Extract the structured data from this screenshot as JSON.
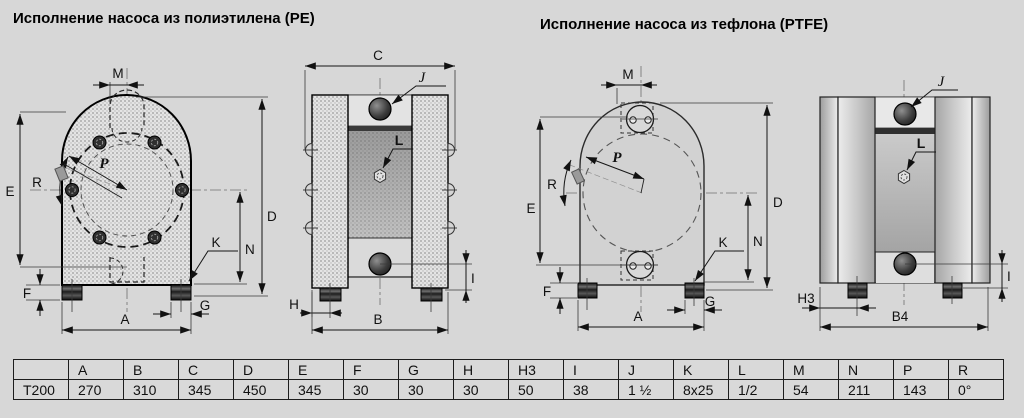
{
  "titles": {
    "pe": "Исполнение насоса из полиэтилена (PE)",
    "ptfe": "Исполнение насоса из тефлона (PTFE)"
  },
  "dims": {
    "A": "A",
    "B": "B",
    "B4": "B4",
    "C": "C",
    "D": "D",
    "E": "E",
    "F": "F",
    "G": "G",
    "H": "H",
    "H3": "H3",
    "I": "I",
    "J": "J",
    "K": "K",
    "L": "L",
    "M": "M",
    "N": "N",
    "P": "P",
    "R": "R"
  },
  "table": {
    "headers": [
      "",
      "A",
      "B",
      "C",
      "D",
      "E",
      "F",
      "G",
      "H",
      "H3",
      "I",
      "J",
      "K",
      "L",
      "M",
      "N",
      "P",
      "R"
    ],
    "rows": [
      [
        "T200",
        "270",
        "310",
        "345",
        "450",
        "345",
        "30",
        "30",
        "30",
        "50",
        "38",
        "1 ½",
        "8x25",
        "1/2",
        "54",
        "211",
        "143",
        "0°"
      ]
    ]
  },
  "colors": {
    "background": "#d7d7d7",
    "line": "#161616",
    "body_pe": "#e4e4e4",
    "body_ptfe": "#d2d2d2"
  }
}
